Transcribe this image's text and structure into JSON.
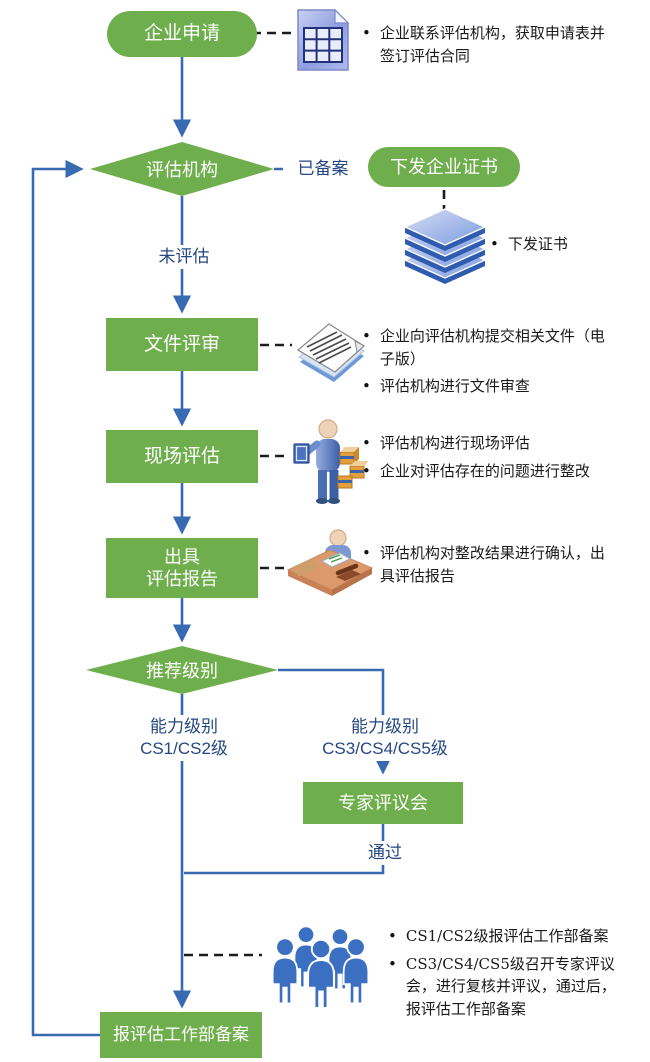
{
  "flow": {
    "nodes": {
      "apply": "企业申请",
      "agency": "评估机构",
      "issue_cert": "下发企业证书",
      "doc_review": "文件评审",
      "site_assess": "现场评估",
      "report_l1": "出具",
      "report_l2": "评估报告",
      "level": "推荐级别",
      "expert": "专家评议会",
      "filing": "报评估工作部备案"
    },
    "edge_labels": {
      "registered": "已备案",
      "not_assessed": "未评估",
      "left_l1": "能力级别",
      "left_l2": "CS1/CS2级",
      "right_l1": "能力级别",
      "right_l2": "CS3/CS4/CS5级",
      "pass": "通过"
    },
    "notes": {
      "apply_note_1": "企业联系评估机构，获取申请表并签订评估合同",
      "cert_note_1": "下发证书",
      "doc_note_1": "企业向评估机构提交相关文件（电子版）",
      "doc_note_2": "评估机构进行文件审查",
      "site_note_1": "评估机构进行现场评估",
      "site_note_2": "企业对评估存在的问题进行整改",
      "report_note_1": "评估机构对整改结果进行确认，出具评估报告",
      "filing_note_1": "CS1/CS2级报评估工作部备案",
      "filing_note_2": "CS3/CS4/CS5级召开专家评议会，进行复核并评议，通过后，报评估工作部备案"
    },
    "icons": {
      "apply": "spreadsheet-document-icon",
      "cert": "certificate-stack-icon",
      "doc": "documents-stack-icon",
      "site": "person-with-books-icon",
      "report": "person-at-desk-icon",
      "filing": "people-group-icon"
    },
    "colors": {
      "node_green": "#6fae4c",
      "line_blue": "#386ab2",
      "label_navy": "#254882",
      "note_text": "#1a1a1a",
      "dash_black": "#1c1c1c"
    }
  }
}
